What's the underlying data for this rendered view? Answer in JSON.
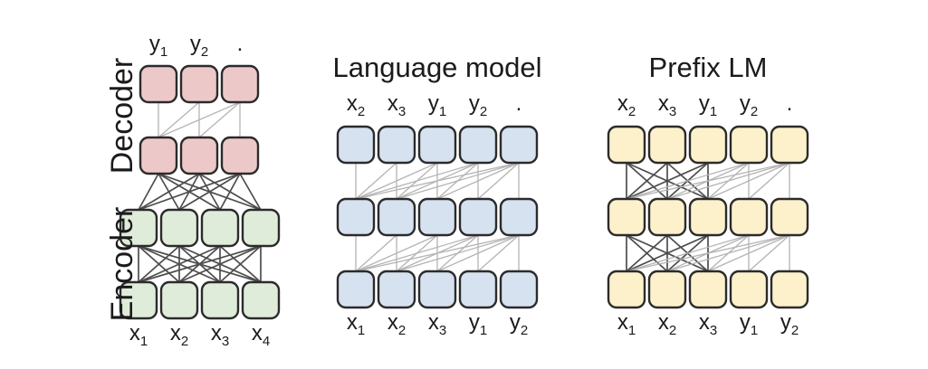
{
  "figure": {
    "description": "Schematic of transformer architecture variants and their attention masking patterns"
  },
  "colors": {
    "background": "#ffffff",
    "text": "#1b1b1b",
    "box_border": "#2b2b2b",
    "line_dark": "#4d4d4d",
    "line_light": "#b4b4b4",
    "pink": "#ecc9c8",
    "green": "#dfecd9",
    "blue": "#d6e2f0",
    "yellow": "#fdf1cc"
  },
  "panels": [
    {
      "id": "encoder-decoder",
      "title": "",
      "side_labels": [
        {
          "text": "Decoder"
        },
        {
          "text": "Encoder"
        }
      ],
      "top_labels": [
        {
          "base": "y",
          "sub": "1"
        },
        {
          "base": "y",
          "sub": "2"
        },
        {
          "base": ".",
          "sub": ""
        }
      ],
      "bottom_labels": [
        {
          "base": "x",
          "sub": "1"
        },
        {
          "base": "x",
          "sub": "2"
        },
        {
          "base": "x",
          "sub": "3"
        },
        {
          "base": "x",
          "sub": "4"
        }
      ],
      "rows": [
        {
          "name": "decoder-output",
          "count": 3,
          "color": "pink"
        },
        {
          "name": "decoder-input",
          "count": 3,
          "color": "pink"
        },
        {
          "name": "encoder-output",
          "count": 4,
          "color": "green"
        },
        {
          "name": "encoder-input",
          "count": 4,
          "color": "green"
        }
      ],
      "connections": [
        {
          "from_row": 0,
          "to_row": 1,
          "pattern": "causal",
          "line": "light"
        },
        {
          "from_row": 1,
          "to_row": 2,
          "pattern": "full",
          "line": "dark"
        },
        {
          "from_row": 2,
          "to_row": 3,
          "pattern": "full",
          "line": "dark"
        }
      ]
    },
    {
      "id": "language-model",
      "title": "Language model",
      "side_labels": [],
      "top_labels": [
        {
          "base": "x",
          "sub": "2"
        },
        {
          "base": "x",
          "sub": "3"
        },
        {
          "base": "y",
          "sub": "1"
        },
        {
          "base": "y",
          "sub": "2"
        },
        {
          "base": ".",
          "sub": ""
        }
      ],
      "bottom_labels": [
        {
          "base": "x",
          "sub": "1"
        },
        {
          "base": "x",
          "sub": "2"
        },
        {
          "base": "x",
          "sub": "3"
        },
        {
          "base": "y",
          "sub": "1"
        },
        {
          "base": "y",
          "sub": "2"
        }
      ],
      "rows": [
        {
          "name": "lm-layer-top",
          "count": 5,
          "color": "blue"
        },
        {
          "name": "lm-layer-middle",
          "count": 5,
          "color": "blue"
        },
        {
          "name": "lm-layer-bottom",
          "count": 5,
          "color": "blue"
        }
      ],
      "connections": [
        {
          "from_row": 0,
          "to_row": 1,
          "pattern": "causal",
          "line": "light"
        },
        {
          "from_row": 1,
          "to_row": 2,
          "pattern": "causal",
          "line": "light"
        }
      ]
    },
    {
      "id": "prefix-lm",
      "title": "Prefix LM",
      "side_labels": [],
      "top_labels": [
        {
          "base": "x",
          "sub": "2"
        },
        {
          "base": "x",
          "sub": "3"
        },
        {
          "base": "y",
          "sub": "1"
        },
        {
          "base": "y",
          "sub": "2"
        },
        {
          "base": ".",
          "sub": ""
        }
      ],
      "bottom_labels": [
        {
          "base": "x",
          "sub": "1"
        },
        {
          "base": "x",
          "sub": "2"
        },
        {
          "base": "x",
          "sub": "3"
        },
        {
          "base": "y",
          "sub": "1"
        },
        {
          "base": "y",
          "sub": "2"
        }
      ],
      "rows": [
        {
          "name": "prefixlm-layer-top",
          "count": 5,
          "color": "yellow"
        },
        {
          "name": "prefixlm-layer-middle",
          "count": 5,
          "color": "yellow"
        },
        {
          "name": "prefixlm-layer-bottom",
          "count": 5,
          "color": "yellow"
        }
      ],
      "connections": [
        {
          "from_row": 0,
          "to_row": 1,
          "pattern": "prefix",
          "prefix_length": 3,
          "line_prefix": "dark",
          "line_causal": "light"
        },
        {
          "from_row": 1,
          "to_row": 2,
          "pattern": "prefix",
          "prefix_length": 3,
          "line_prefix": "dark",
          "line_causal": "light"
        }
      ]
    }
  ]
}
